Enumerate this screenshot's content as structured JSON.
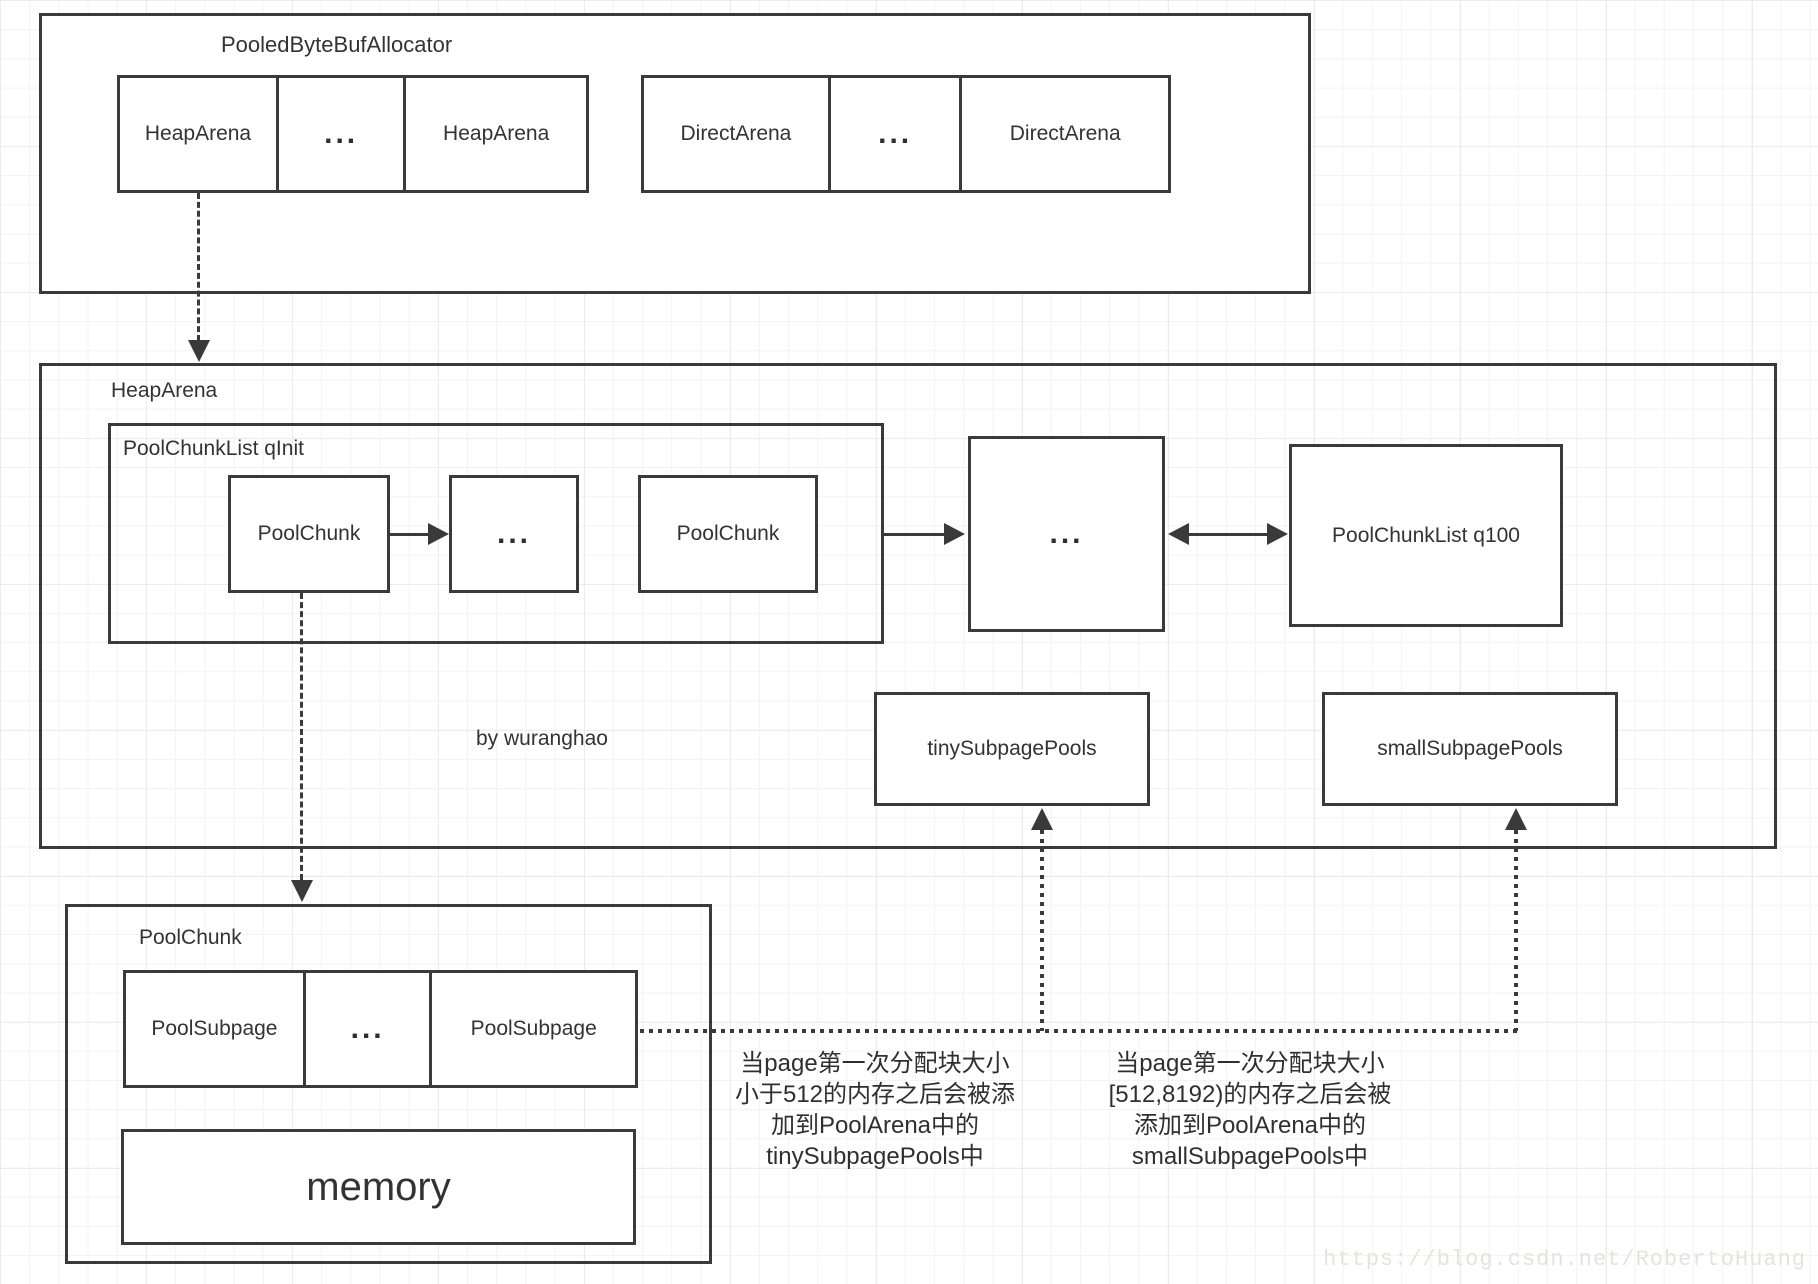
{
  "diagram": {
    "allocator": {
      "title": "PooledByteBufAllocator",
      "heap_cells": [
        "HeapArena",
        "...",
        "HeapArena"
      ],
      "direct_cells": [
        "DirectArena",
        "...",
        "DirectArena"
      ]
    },
    "heap_arena": {
      "title": "HeapArena",
      "qinit": {
        "title": "PoolChunkList qInit",
        "chunk1": "PoolChunk",
        "ellipsis": "...",
        "chunk2": "PoolChunk"
      },
      "ellipsis_box": "...",
      "q100_label": "PoolChunkList q100",
      "tiny_label": "tinySubpagePools",
      "small_label": "smallSubpagePools",
      "credit": "by wuranghao"
    },
    "pool_chunk": {
      "title": "PoolChunk",
      "subpage_cells": [
        "PoolSubpage",
        "...",
        "PoolSubpage"
      ],
      "memory_label": "memory"
    },
    "notes": {
      "tiny_note_lines": [
        "当page第一次分配块大小",
        "小于512的内存之后会被添",
        "加到PoolArena中的",
        "tinySubpagePools中"
      ],
      "small_note_lines": [
        "当page第一次分配块大小",
        "[512,8192)的内存之后会被",
        "添加到PoolArena中的",
        "smallSubpagePools中"
      ]
    },
    "watermark": "https://blog.csdn.net/RobertoHuang",
    "colors": {
      "border": "#3a3a3a",
      "text": "#333333",
      "grid": "#ececec",
      "watermark_text": "#e4e4de"
    }
  }
}
